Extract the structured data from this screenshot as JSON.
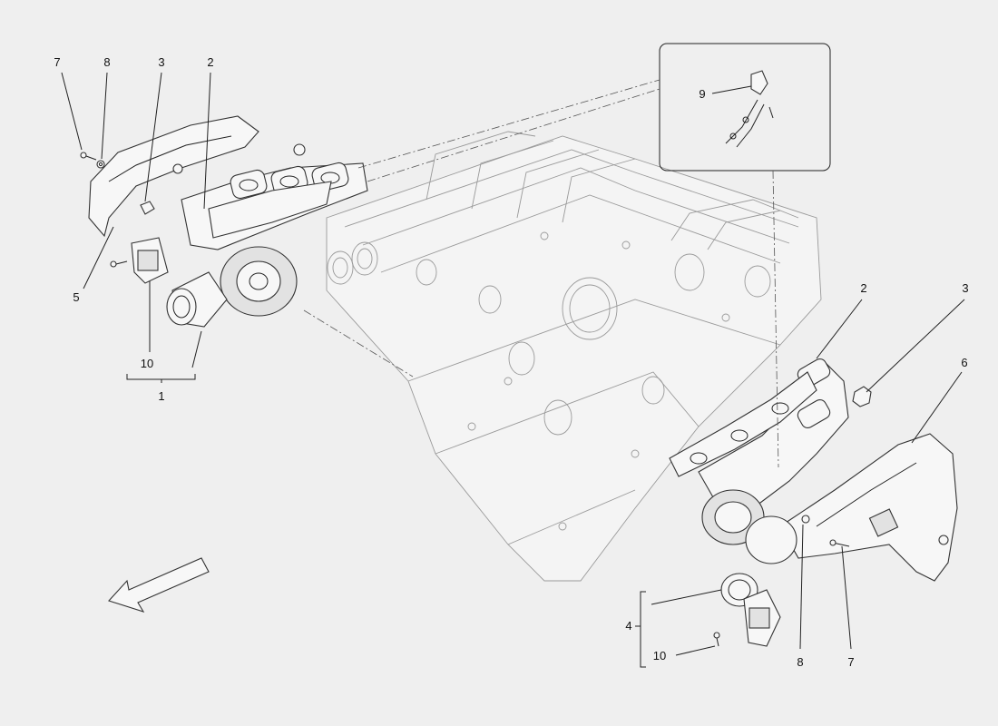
{
  "callouts": {
    "left_7": "7",
    "left_8": "8",
    "left_3": "3",
    "left_2": "2",
    "left_5": "5",
    "left_10": "10",
    "left_1": "1",
    "inset_9": "9",
    "right_2": "2",
    "right_3": "3",
    "right_6": "6",
    "right_4": "4",
    "right_10": "10",
    "right_8": "8",
    "right_7": "7"
  },
  "colors": {
    "background": "#efefef",
    "line": "#222222",
    "ghost_line": "#9a9a9a"
  }
}
